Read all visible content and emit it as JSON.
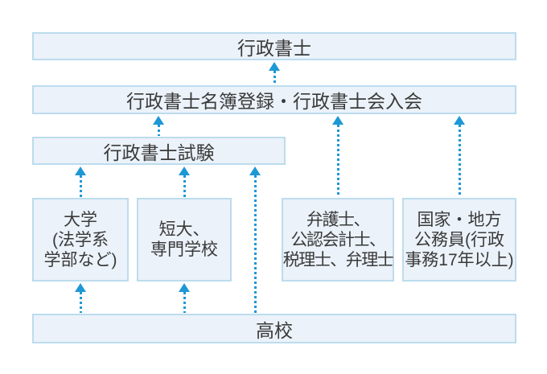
{
  "diagram": {
    "description": "Flowchart of paths to becoming a certified administrative scrivener (gyoseishoshi)",
    "boxes": {
      "gyoseishoshi": {
        "label": "行政書士"
      },
      "registration": {
        "label": "行政書士名簿登録・行政書士会入会"
      },
      "exam": {
        "label": "行政書士試験"
      },
      "university": {
        "lines": [
          "大学",
          "(法学系",
          "学部など)"
        ]
      },
      "junior_college": {
        "lines": [
          "短大、",
          "専門学校"
        ]
      },
      "qualified_professionals": {
        "lines": [
          "弁護士、",
          "公認会計士、",
          "税理士、弁理士"
        ]
      },
      "civil_servants": {
        "lines": [
          "国家・地方",
          "公務員(行政",
          "事務17年以上)"
        ]
      },
      "high_school": {
        "label": "高校"
      }
    },
    "arrows": [
      {
        "from": "registration",
        "to": "gyoseishoshi",
        "style": "dotted-up"
      },
      {
        "from": "exam",
        "to": "registration",
        "style": "dotted-up"
      },
      {
        "from": "qualified_professionals",
        "to": "registration",
        "style": "dotted-up"
      },
      {
        "from": "civil_servants",
        "to": "registration",
        "style": "dotted-up"
      },
      {
        "from": "university",
        "to": "exam",
        "style": "dotted-up"
      },
      {
        "from": "junior_college",
        "to": "exam",
        "style": "dotted-up"
      },
      {
        "from": "high_school",
        "to": "exam",
        "style": "dotted-up"
      },
      {
        "from": "high_school",
        "to": "university",
        "style": "dotted-up"
      },
      {
        "from": "high_school",
        "to": "junior_college",
        "style": "dotted-up"
      }
    ],
    "colors": {
      "box_fill": "#ebf2f9",
      "box_border": "#bcdcee",
      "arrow": "#1e98d5",
      "text": "#3a3a3a",
      "background": "#ffffff"
    }
  }
}
